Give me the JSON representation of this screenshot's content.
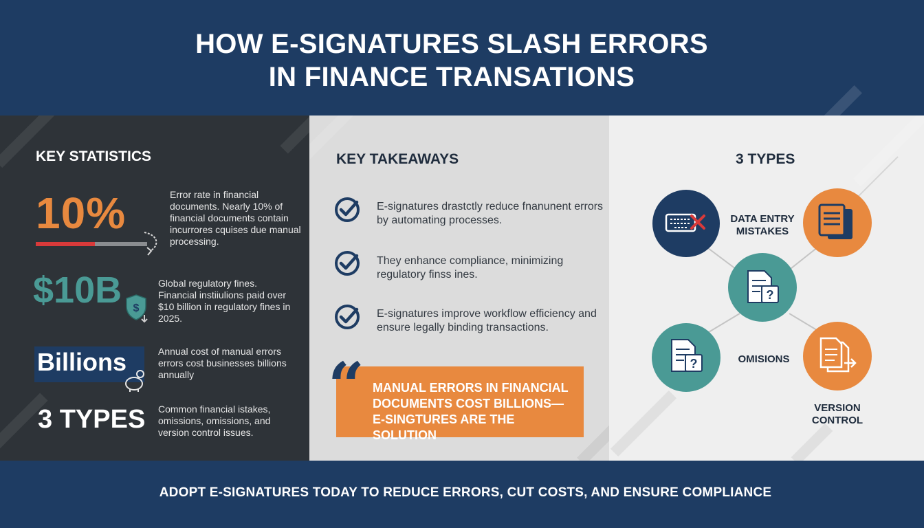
{
  "header": {
    "title": "HOW E-SIGNATURES SLASH ERRORS\nIN FINANCE TRANSATIONS"
  },
  "stats": {
    "title": "KEY STATISTICS",
    "items": [
      {
        "value": "10%",
        "desc": "Error rate in financial documents. Nearly 10% of financial documents contain incurrores cquises due manual processing."
      },
      {
        "value": "$10B",
        "desc": "Global regulatory fines. Financial instiiulions paid over $10 billion in regulatory fines in 2025."
      },
      {
        "value": "Billions",
        "desc": "Annual cost of manual errors errors cost businesses billions annually"
      },
      {
        "value": "3 TYPES",
        "desc": "Common financial istakes, omissions, omissions, and version control issues."
      }
    ],
    "progress": 0.53
  },
  "takeaways": {
    "title": "KEY TAKEAWAYS",
    "items": [
      "E-signatures drastctly reduce fnanunent errors by automating processes.",
      "They enhance compliance, minimizing regulatory finss ines.",
      "E-signatures improve workflow efficiency and ensure legally binding transactions."
    ],
    "quote": "MANUAL ERRORS IN FINANCIAL DOCUMENTS COST BILLIONS— E-SINGTURES ARE THE SOLUTION",
    "quote_mark": "“"
  },
  "types": {
    "title": "3 TYPES",
    "labels": {
      "data_entry": "DATA ENTRY\nMISTAKES",
      "omissions": "OMISIONS",
      "version": "VERSION\nCONTROL"
    }
  },
  "footer": {
    "cta": "ADOPT E-SIGNATURES TODAY TO REDUCE ERRORS, CUT COSTS, AND ENSURE COMPLIANCE"
  },
  "colors": {
    "navy": "#1e3c63",
    "orange": "#e8893f",
    "teal": "#4a9a95",
    "red": "#d93a3a",
    "dark": "#2e3338"
  },
  "icons": {
    "stat_1": "curved-arrow-icon",
    "stat_2": "dollar-shield-icon",
    "stat_3": "piggy-bank-icon",
    "check": "check-circle-icon",
    "data_entry": "keyboard-error-icon",
    "documents": "documents-icon",
    "question_doc": "question-document-icon",
    "copy_doc": "copy-document-icon"
  }
}
